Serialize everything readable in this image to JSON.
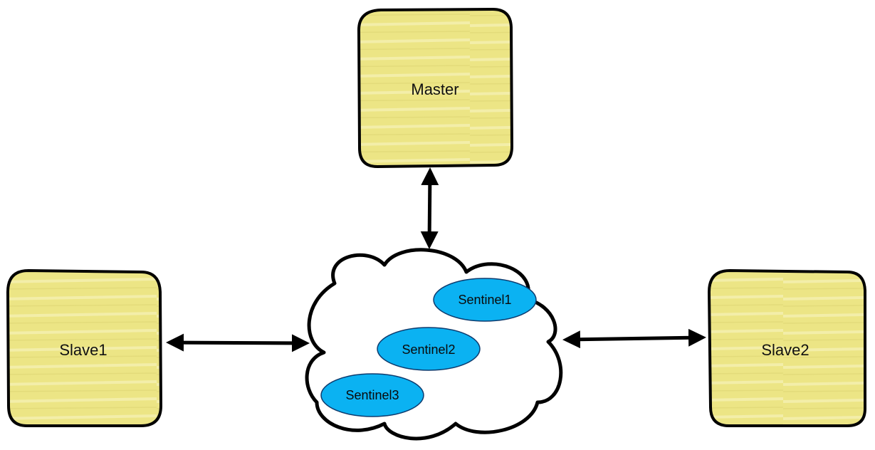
{
  "nodes": {
    "master": {
      "label": "Master"
    },
    "slave1": {
      "label": "Slave1"
    },
    "slave2": {
      "label": "Slave2"
    }
  },
  "sentinels": [
    {
      "label": "Sentinel1"
    },
    {
      "label": "Sentinel2"
    },
    {
      "label": "Sentinel3"
    }
  ],
  "colors": {
    "node_fill": "#ece585",
    "node_stroke": "#000000",
    "sentinel_fill": "#0bb2f2",
    "sentinel_stroke": "#0d3b6e",
    "arrow": "#000000"
  }
}
